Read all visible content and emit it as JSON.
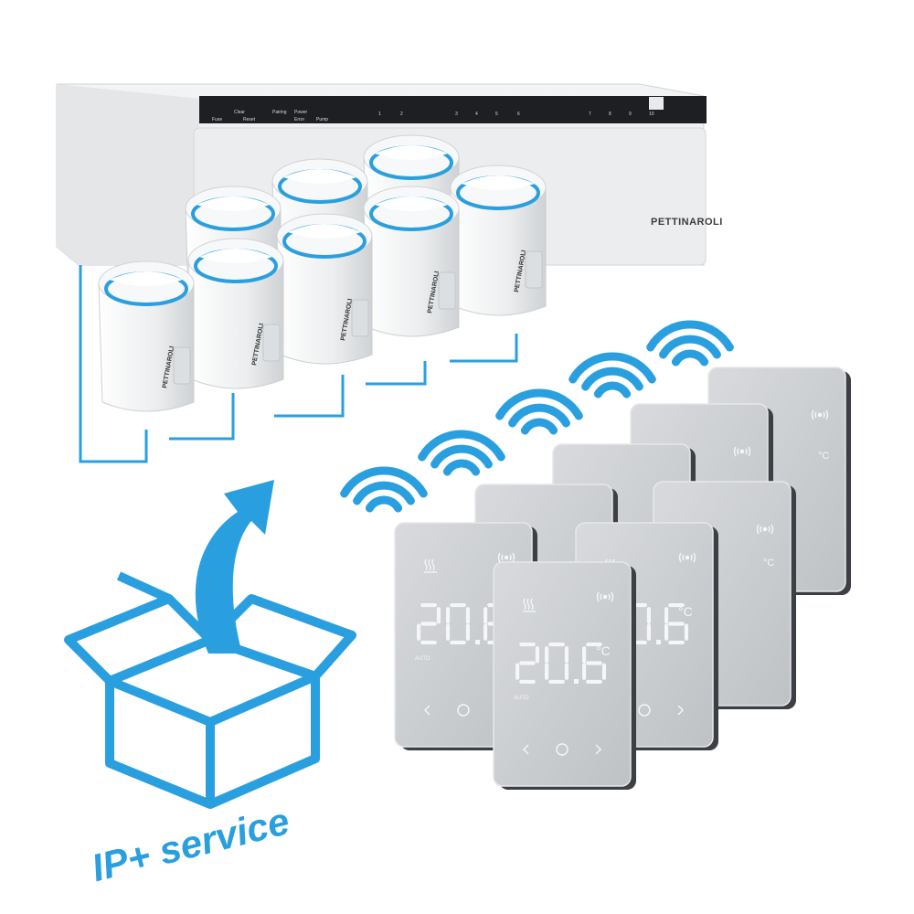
{
  "colors": {
    "accent": "#2a9fe0",
    "controller_body": "#eef0f2",
    "controller_panel": "#1d1f22",
    "actuator_body": "#f3f4f5",
    "thermostat_face": "#c9cbce",
    "thermostat_edge": "#3c3f43"
  },
  "controller": {
    "brand": "PETTINAROLI",
    "panel_labels": [
      "Fuse",
      "Clear",
      "Reset",
      "Pairing",
      "Power",
      "Error",
      "Pump"
    ],
    "zone_numbers": [
      "1",
      "2",
      "3",
      "4",
      "5",
      "6",
      "7",
      "8",
      "9",
      "10"
    ]
  },
  "actuators": {
    "brand": "PETTINAROLI",
    "count": 8
  },
  "thermostat": {
    "temperature": "20.6",
    "unit": "°C",
    "mode": "AUTO",
    "count": 8,
    "icons": [
      "heating-icon",
      "wireless-signal-icon",
      "left-arrow-icon",
      "center-button-icon",
      "right-arrow-icon"
    ]
  },
  "badge": {
    "text": "IP+ service",
    "icons": [
      "open-box-icon",
      "upward-arrow-icon"
    ]
  },
  "wireless": {
    "icons": [
      "wifi-waves-icon"
    ]
  }
}
